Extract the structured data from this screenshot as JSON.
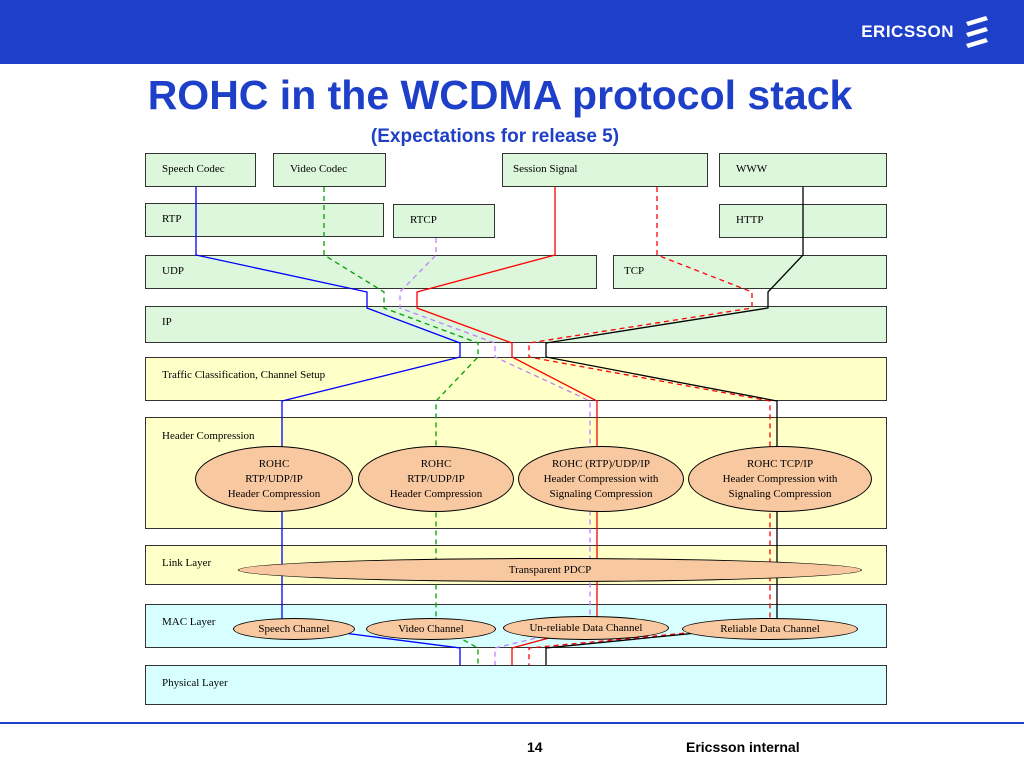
{
  "header": {
    "logo_text": "ERICSSON",
    "title": "ROHC in the WCDMA protocol stack",
    "subtitle": "(Expectations for release 5)"
  },
  "colors": {
    "brand_blue": "#1e3fc8",
    "box_green": "#dcf7dc",
    "box_yellow": "#ffffc8",
    "box_cyan": "#d8ffff",
    "oval_orange": "#f8c8a0",
    "speech_line": "#0000ff",
    "video_line": "#00a000",
    "rtcp_line": "#c080ff",
    "signal_line": "#ff0000",
    "www_line": "#000000"
  },
  "boxes": {
    "speech_codec": "Speech Codec",
    "video_codec": "Video Codec",
    "session_signal": "Session Signal",
    "www": "WWW",
    "rtp": "RTP",
    "rtcp": "RTCP",
    "http": "HTTP",
    "udp": "UDP",
    "tcp": "TCP",
    "ip": "IP",
    "traffic": "Traffic Classification, Channel Setup",
    "header_compression": "Header Compression",
    "link_layer": "Link Layer",
    "mac_layer": "MAC Layer",
    "physical_layer": "Physical  Layer"
  },
  "ovals": {
    "rohc1": [
      "ROHC",
      "RTP/UDP/IP",
      "Header Compression"
    ],
    "rohc2": [
      "ROHC",
      "RTP/UDP/IP",
      "Header Compression"
    ],
    "rohc3": [
      "ROHC (RTP)/UDP/IP",
      "Header Compression with",
      "Signaling Compression"
    ],
    "rohc4": [
      "ROHC TCP/IP",
      "Header Compression with",
      "Signaling Compression"
    ],
    "pdcp": "Transparent PDCP",
    "speech_channel": "Speech Channel",
    "video_channel": "Video Channel",
    "unreliable_channel": "Un-reliable Data Channel",
    "reliable_channel": "Reliable Data Channel"
  },
  "footer": {
    "page_number": "14",
    "classification": "Ericsson internal"
  }
}
